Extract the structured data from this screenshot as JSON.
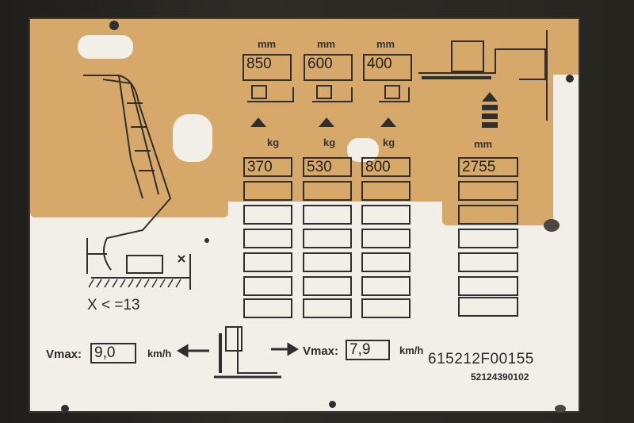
{
  "load_centers": {
    "unit": "mm",
    "values": [
      "850",
      "600",
      "400"
    ]
  },
  "capacities": {
    "unit": "kg",
    "values": [
      "370",
      "530",
      "800"
    ]
  },
  "lift_height": {
    "unit": "mm",
    "value": "2755"
  },
  "mast_note": "X < =13",
  "speed_forward": {
    "label": "Vmax:",
    "value": "9,0",
    "unit": "km/h"
  },
  "speed_reverse": {
    "label": "Vmax:",
    "value": "7,9",
    "unit": "km/h"
  },
  "serial_number": "615212F00155",
  "part_number": "52124390102",
  "colors": {
    "plate": "#f1efe7",
    "peel": "#d6a96a",
    "ink": "#2f2f2f",
    "background": "#2b2a27"
  }
}
